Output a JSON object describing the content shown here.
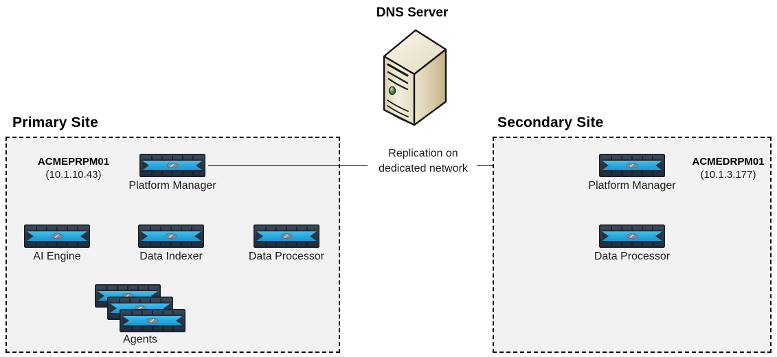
{
  "diagram": {
    "title_dns": "DNS Server",
    "colors": {
      "appliance_band": "#29ABE2",
      "appliance_frame": "#2B3A४8",
      "site_fill": "#F2F2F2",
      "site_border": "#000000",
      "tower_light": "#F2EBD8",
      "tower_body": "#C9BC96",
      "tower_led": "#4E9A4E",
      "link": "#000000"
    }
  },
  "dns": {
    "label": "DNS Server",
    "icon": "server-tower-icon"
  },
  "primary_site": {
    "title": "Primary Site",
    "host": {
      "name": "ACMEPRPM01",
      "ip": "(10.1.10.43)"
    },
    "devices": [
      {
        "label": "Platform Manager",
        "icon": "rack-appliance-icon"
      },
      {
        "label": "AI Engine",
        "icon": "rack-appliance-icon"
      },
      {
        "label": "Data Indexer",
        "icon": "rack-appliance-icon"
      },
      {
        "label": "Data Processor",
        "icon": "rack-appliance-icon"
      }
    ],
    "agents": {
      "label": "Agents",
      "icon": "rack-appliance-stack-icon",
      "count": 3
    }
  },
  "secondary_site": {
    "title": "Secondary Site",
    "host": {
      "name": "ACMEDRPM01",
      "ip": "(10.1.3.177)"
    },
    "devices": [
      {
        "label": "Platform Manager",
        "icon": "rack-appliance-icon"
      },
      {
        "label": "Data Processor",
        "icon": "rack-appliance-icon"
      }
    ]
  },
  "replication_link": {
    "label_line1": "Replication on",
    "label_line2": "dedicated network",
    "direction": "primary-to-secondary"
  }
}
